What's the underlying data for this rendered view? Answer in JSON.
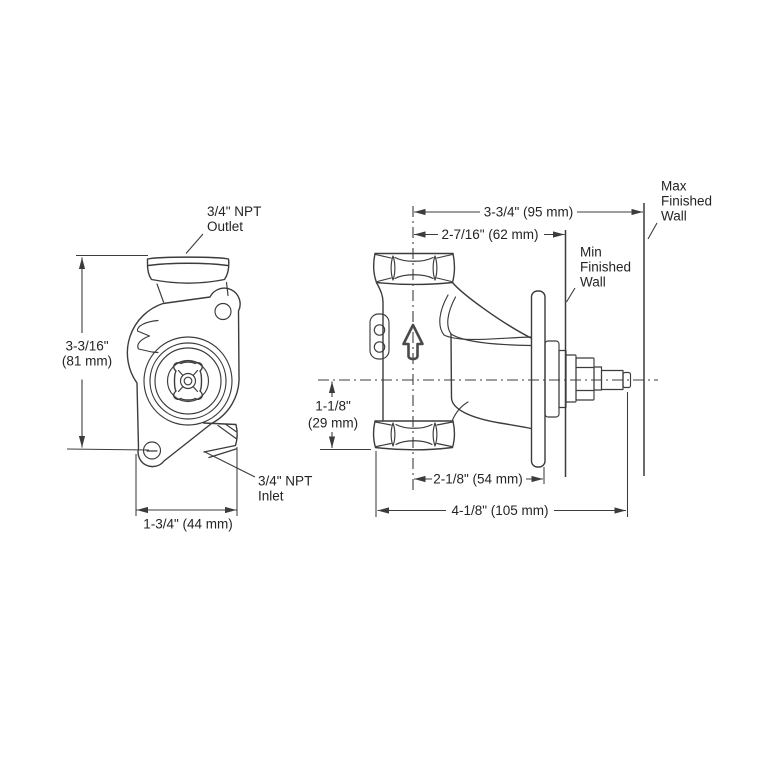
{
  "theme": {
    "line": "#3c3c3c",
    "text": "#242424",
    "bg": "#ffffff"
  },
  "front_view": {
    "outlet_label": [
      "3/4\" NPT",
      "Outlet"
    ],
    "inlet_label": [
      "3/4\" NPT",
      "Inlet"
    ],
    "height_dim": [
      "3-3/16\"",
      "(81 mm)"
    ],
    "width_dim": "1-3/4\" (44 mm)"
  },
  "side_view": {
    "dim_to_max_wall": "3-3/4\" (95 mm)",
    "dim_to_min_wall": "2-7/16\" (62 mm)",
    "stem_offset_dim": [
      "1-1/8\"",
      "(29 mm)"
    ],
    "plate_depth_dim": "2-1/8\" (54 mm)",
    "overall_depth_dim": "4-1/8\" (105 mm)",
    "min_wall_label": [
      "Min",
      "Finished",
      "Wall"
    ],
    "max_wall_label": [
      "Max",
      "Finished",
      "Wall"
    ]
  }
}
